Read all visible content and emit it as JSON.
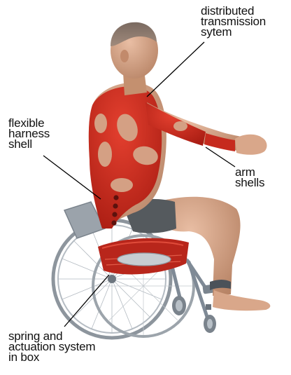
{
  "labels": {
    "transmission": "distributed\ntransmission\nsytem",
    "harness": "flexible\nharness\nshell",
    "arm_shells": "arm\nshells",
    "spring_box": "spring and\nactuation system\nin box"
  },
  "colors": {
    "suit": "#d32b1f",
    "suit_dark": "#9e1a12",
    "skin": "#d9a78a",
    "skin_shade": "#b88466",
    "shorts": "#555a5e",
    "wheel": "#9aa2aa",
    "wheel_dark": "#5f6770",
    "frame": "#7f8a96",
    "leader_line": "#000000"
  }
}
